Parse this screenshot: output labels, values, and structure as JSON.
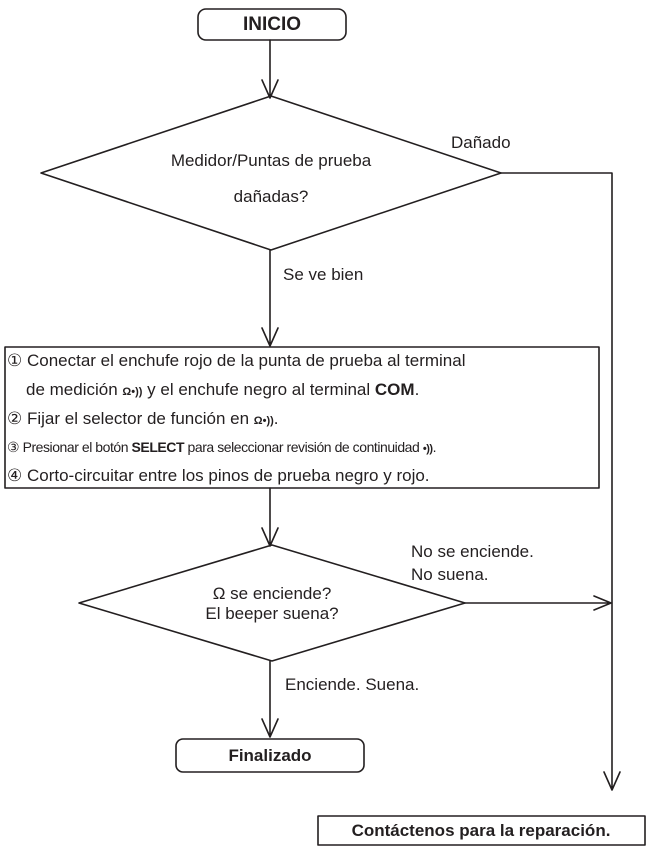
{
  "start": {
    "label": "INICIO"
  },
  "decision1": {
    "line1": "Medidor/Puntas de prueba",
    "line2": "dañadas?",
    "yes_label": "Dañado",
    "no_label": "Se ve bien"
  },
  "steps": {
    "s1": {
      "num": "①",
      "a": "Conectar el enchufe rojo de la punta de prueba al terminal",
      "b": "de medición",
      "sym": "Ω•))",
      "c": "y el enchufe negro al terminal",
      "d": "COM",
      "e": "."
    },
    "s2": {
      "num": "②",
      "a": "Fijar el selector de función en",
      "sym": "Ω•))",
      "e": "."
    },
    "s3": {
      "num": "③",
      "a": "Presionar el botón",
      "b": "SELECT",
      "c": "para seleccionar revisión de continuidad",
      "sym": "•))",
      "e": "."
    },
    "s4": {
      "num": "④",
      "a": "Corto-circuitar entre los pinos de prueba negro y rojo."
    }
  },
  "decision2": {
    "line1": "Ω se enciende?",
    "line2": "El beeper suena?",
    "no_line1": "No se enciende.",
    "no_line2": "No suena.",
    "yes_label": "Enciende. Suena."
  },
  "end": {
    "label": "Finalizado"
  },
  "repair": {
    "label": "Contáctenos para la reparación."
  },
  "colors": {
    "ink": "#231f20",
    "background": "#ffffff"
  }
}
